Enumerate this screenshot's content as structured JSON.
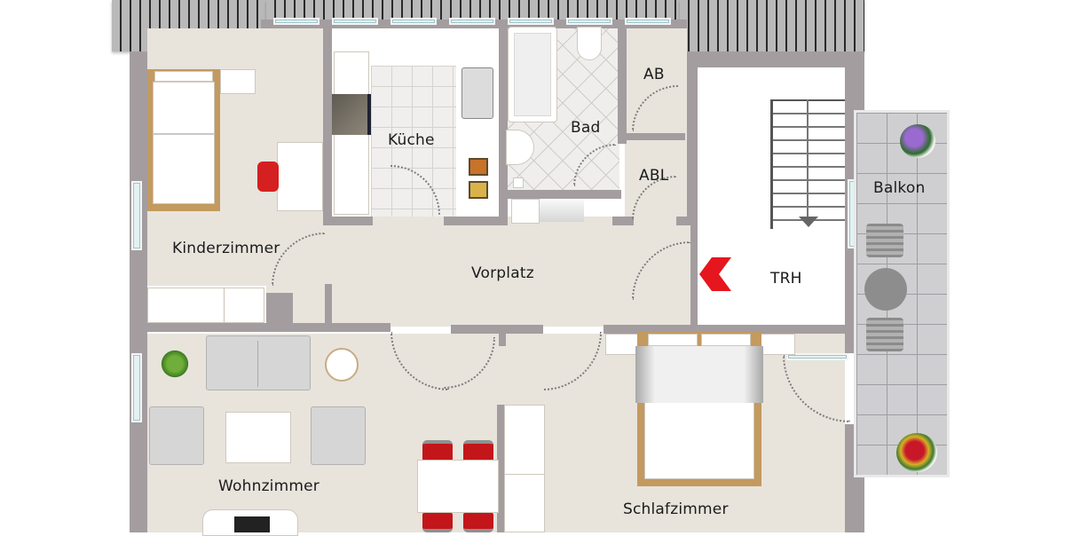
{
  "floorplan": {
    "rooms": {
      "kinderzimmer": "Kinderzimmer",
      "kueche": "Küche",
      "bad": "Bad",
      "ab": "AB",
      "abl": "ABL",
      "balkon": "Balkon",
      "vorplatz": "Vorplatz",
      "trh": "TRH",
      "wohnzimmer": "Wohnzimmer",
      "schlafzimmer": "Schlafzimmer"
    },
    "entrance_marker": "entrance-arrow",
    "colors": {
      "wall": "#a39da0",
      "floor": "#e8e4dc",
      "roof": "#b9b9b9",
      "entrance_arrow": "#e5161e",
      "accent_chair": "#c3161b",
      "bed_frame": "#c39a5f",
      "balcony_tiles": "#cfcfd1"
    }
  }
}
